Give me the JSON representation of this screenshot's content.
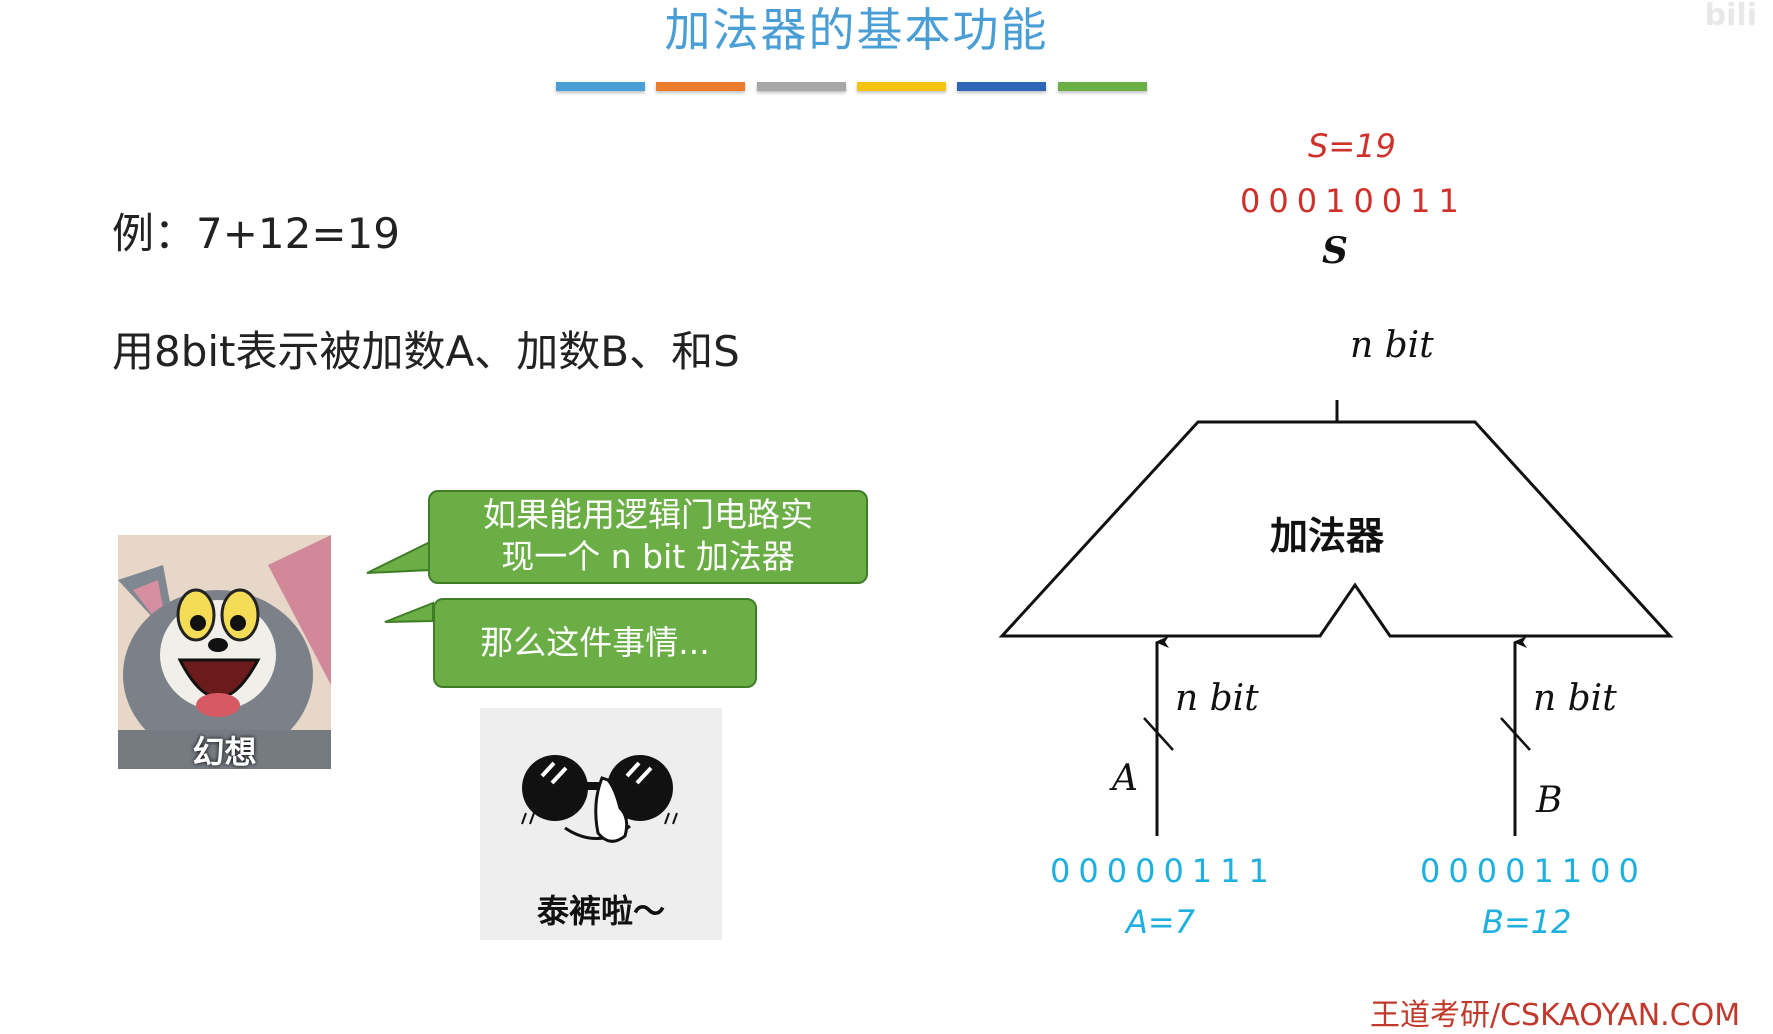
{
  "slide": {
    "title": "加法器的基本功能",
    "watermark": "bili",
    "color_bars": [
      "#4a9ed6",
      "#ea7c2b",
      "#a7a7a7",
      "#f5c312",
      "#2f66b7",
      "#6aae45"
    ]
  },
  "content": {
    "example": "例：7+12=19",
    "description": "用8bit表示被加数A、加数B、和S"
  },
  "memes": {
    "cat_caption": "幻想",
    "cool_caption": "泰裤啦～"
  },
  "bubbles": {
    "first": "如果能用逻辑门电路实现一个 n bit 加法器",
    "first_line1": "如果能用逻辑门电路实",
    "first_line2": "现一个 n bit 加法器",
    "second": "那么这件事情..."
  },
  "diagram": {
    "adder_label": "加法器",
    "output": {
      "sum_eq": "S=19",
      "bits": "00010011",
      "symbol": "S",
      "width": "n bit"
    },
    "input_a": {
      "symbol": "A",
      "width": "n bit",
      "bits": "00000111",
      "eq": "A=7"
    },
    "input_b": {
      "symbol": "B",
      "width": "n bit",
      "bits": "00001100",
      "eq": "B=12"
    },
    "colors": {
      "red": "#d0302a",
      "blue": "#1fb0df"
    }
  },
  "footer": "王道考研/CSKAOYAN.COM"
}
